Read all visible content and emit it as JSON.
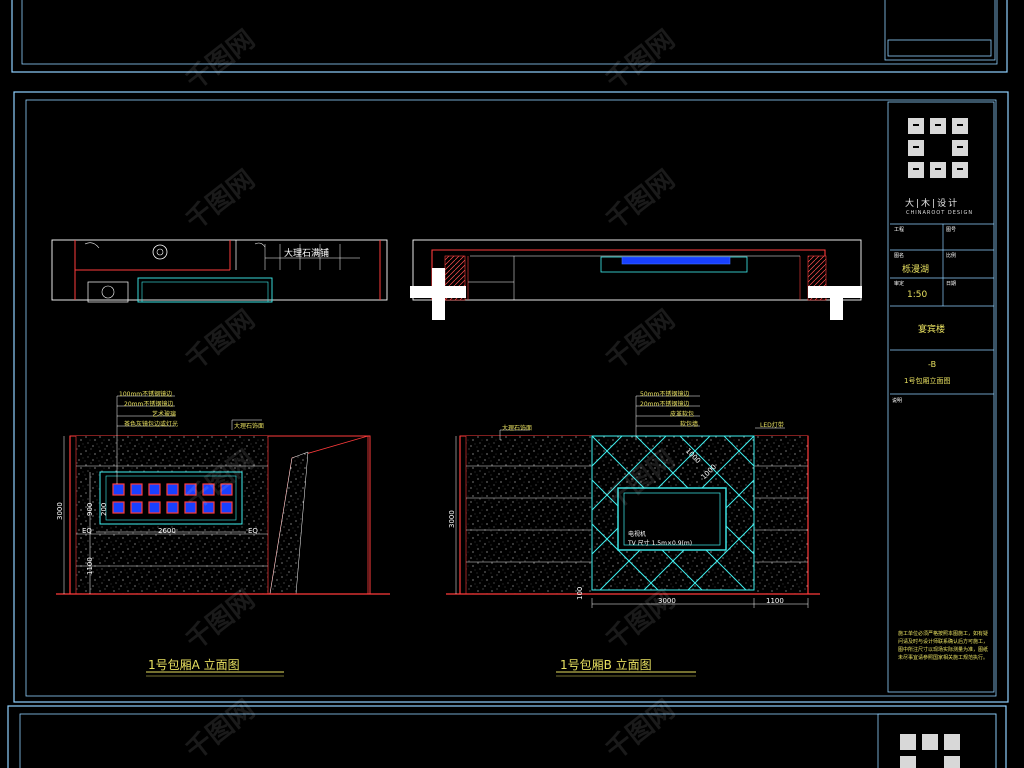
{
  "drawing": {
    "plan_note": "大理石满铺",
    "scale": "1:50",
    "project_name": "栎漫湖",
    "sheet_title": "宴宾楼",
    "sheet_code": "-B",
    "sheet_subtitle": "1号包厢立面图",
    "notes": "施工单位必须严格按照本图施工，如有疑问请及时与设计师联系确认后方可施工，图中所注尺寸以现场实际测量为准，图纸未尽事宜请参照国家相关施工规范执行。"
  },
  "title_block": {
    "logo_text": "大|木|设计",
    "logo_sub": "CHINAROOT DESIGN",
    "labels": {
      "r1a": "工程",
      "r1b": "图号",
      "r2a": "图名",
      "r2b": "比例",
      "r3a": "审定",
      "r3b": "日期",
      "notes_label": "说明"
    }
  },
  "elevation_a": {
    "title": "1号包厢A 立面图",
    "callouts": [
      "100mm不锈钢镜边",
      "20mm不锈钢镜边",
      "艺术玻璃",
      "茶色灰镜包边或灯光"
    ],
    "right_callout": "大理石饰面",
    "dims": {
      "height": "3000",
      "upper": "900",
      "lower": "1100",
      "width": "2600",
      "small1": "EQ",
      "small2": "EQ",
      "side": "200"
    }
  },
  "elevation_b": {
    "title": "1号包厢B 立面图",
    "callouts": [
      "50mm不锈钢镜边",
      "20mm不锈钢镜边",
      "皮革软包",
      "软包墙"
    ],
    "left_callout": "大理石饰面",
    "right_callout": "LED灯带",
    "tv_note1": "电视机",
    "tv_note2": "TV 尺寸 1.5m×0.9(m)",
    "diag1": "1000",
    "diag2": "1000",
    "dims": {
      "height": "3000",
      "bottom_left": "100",
      "width": "3000",
      "right": "1100"
    }
  },
  "watermark": "千图网",
  "colors": {
    "frame": "#8fd0ff",
    "red": "#ff3b3b",
    "cyan": "#3ff0f0",
    "yellow": "#e8e060",
    "blue": "#1840ff",
    "white": "#ffffff"
  }
}
